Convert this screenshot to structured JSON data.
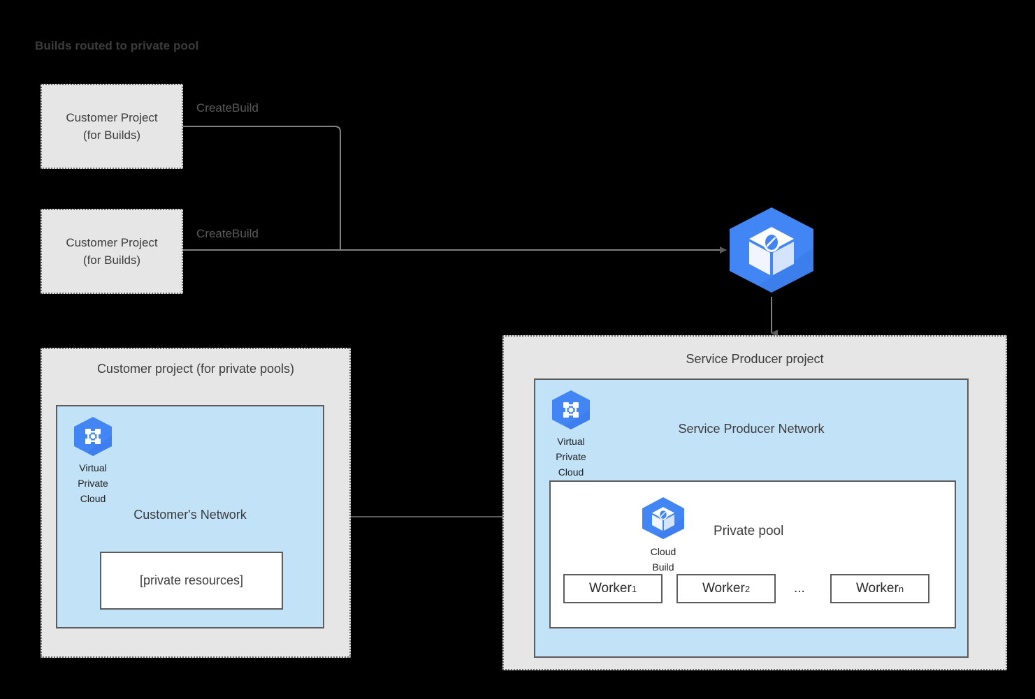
{
  "title": "Builds routed to private pool",
  "customer_build_projects": [
    {
      "line1": "Customer Project",
      "line2": "(for Builds)",
      "edge_label": "CreateBuild"
    },
    {
      "line1": "Customer Project",
      "line2": "(for Builds)",
      "edge_label": "CreateBuild"
    }
  ],
  "cloud_build_service": {
    "icon": "cloud-build-hexagon-icon"
  },
  "customer_pool_panel": {
    "title": "Customer project (for private pools)",
    "network_title": "Customer's Network",
    "vpc": {
      "icon": "virtual-private-cloud-hexagon-icon",
      "caption_lines": [
        "Virtual",
        "Private",
        "Cloud"
      ]
    },
    "private_resources_label": "[private resources]"
  },
  "service_producer_panel": {
    "title": "Service Producer project",
    "network_title": "Service Producer Network",
    "vpc": {
      "icon": "virtual-private-cloud-hexagon-icon",
      "caption_lines": [
        "Virtual",
        "Private",
        "Cloud"
      ]
    },
    "private_pool": {
      "title": "Private pool",
      "cloud_build_icon": "cloud-build-hexagon-icon",
      "cloud_build_caption_lines": [
        "Cloud",
        "Build"
      ],
      "workers": [
        {
          "base": "Worker",
          "subscript": "1"
        },
        {
          "base": "Worker",
          "subscript": "2"
        },
        {
          "base": "Worker",
          "subscript": "n"
        }
      ],
      "ellipsis": "..."
    }
  },
  "colors": {
    "background": "#000000",
    "panel_gray": "#e6e6e6",
    "network_blue": "#c2e2f7",
    "box_white": "#ffffff",
    "stroke_dark": "#5c5c5c",
    "stroke_dotted": "#6b6b6b",
    "text_dark": "#3c3c3c",
    "text_muted": "#5a5a5a",
    "google_blue": "#4285f4",
    "google_blue_dark": "#3367d6",
    "connector": "#808080",
    "arrow": "#5c5c5c"
  }
}
